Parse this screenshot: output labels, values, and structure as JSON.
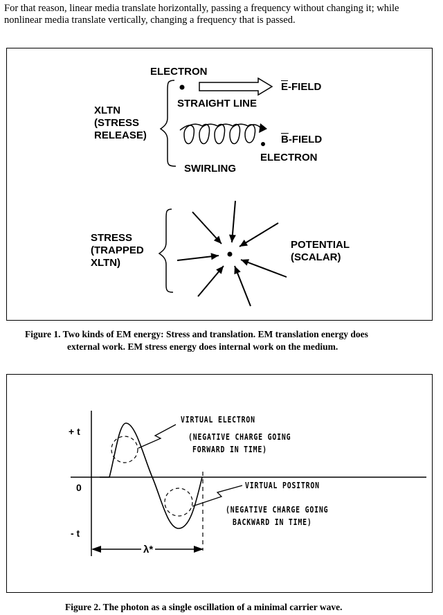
{
  "intro": {
    "text": "For that reason, linear media translate horizontally, passing a frequency without changing it; while nonlinear media translate vertically, changing a frequency that is passed."
  },
  "figure1": {
    "electron_top": "ELECTRON",
    "e_field": "E-FIELD",
    "straight_line": "STRAIGHT LINE",
    "xltn_line1": "XLTN",
    "xltn_line2": "(STRESS",
    "xltn_line3": "RELEASE)",
    "b_field": "B-FIELD",
    "electron_bottom": "ELECTRON",
    "swirling": "SWIRLING",
    "stress_line1": "STRESS",
    "stress_line2": "(TRAPPED",
    "stress_line3": "XLTN)",
    "potential_line1": "POTENTIAL",
    "potential_line2": "(SCALAR)",
    "caption_line1": "Figure 1.  Two kinds of EM energy:  Stress and translation.  EM translation energy does",
    "caption_line2": "external work.  EM stress energy does internal work on the medium."
  },
  "figure2": {
    "plus_t": "+ t",
    "zero": "0",
    "minus_t": "- t",
    "virtual_electron": "VIRTUAL ELECTRON",
    "neg_forward_1": "(NEGATIVE CHARGE GOING",
    "neg_forward_2": "FORWARD IN TIME)",
    "virtual_positron": "VIRTUAL POSITRON",
    "neg_backward_1": "(NEGATIVE CHARGE GOING",
    "neg_backward_2": "BACKWARD IN TIME)",
    "lambda": "λ*",
    "caption": "Figure 2.  The photon as a single oscillation of a minimal carrier wave."
  }
}
